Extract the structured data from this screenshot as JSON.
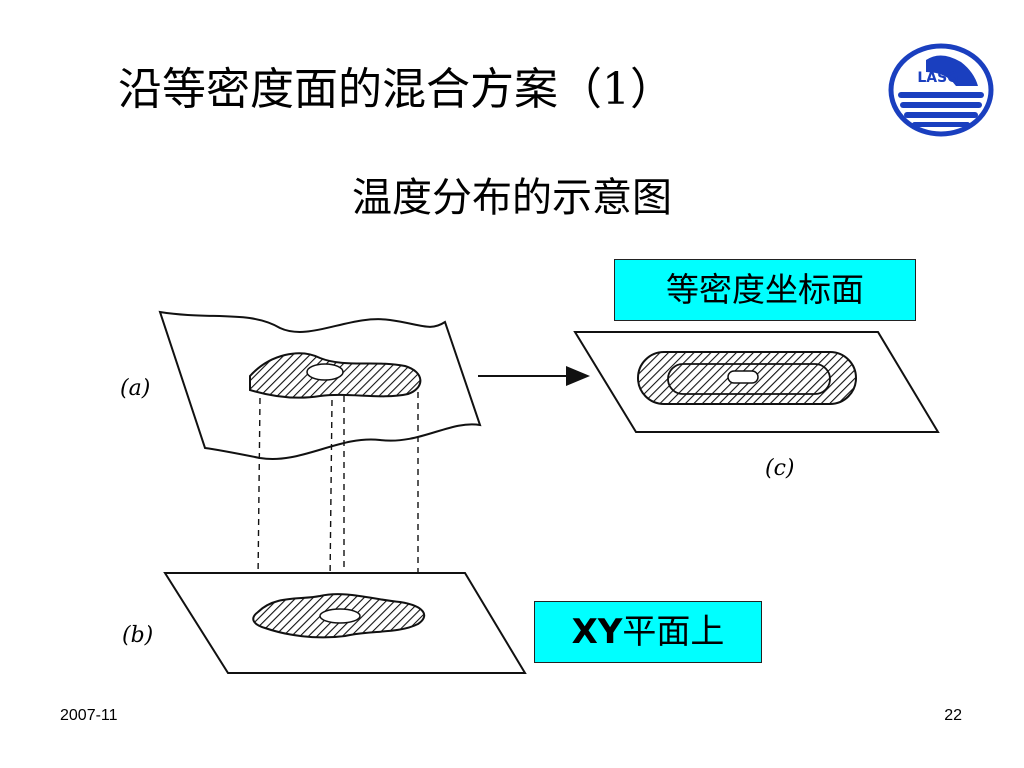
{
  "slide": {
    "title": "沿等密度面的混合方案（1）",
    "subtitle": "温度分布的示意图",
    "logo_text": "LASG",
    "callout_isopycnal": "等密度坐标面",
    "callout_xy_bold": "XY",
    "callout_xy_rest": "平面上",
    "panel_a": "(a)",
    "panel_b": "(b)",
    "panel_c": "(c)",
    "footer_date": "2007-11",
    "footer_page": "22"
  },
  "colors": {
    "callout_bg": "#00ffff",
    "logo_blue": "#1a3fbf"
  }
}
